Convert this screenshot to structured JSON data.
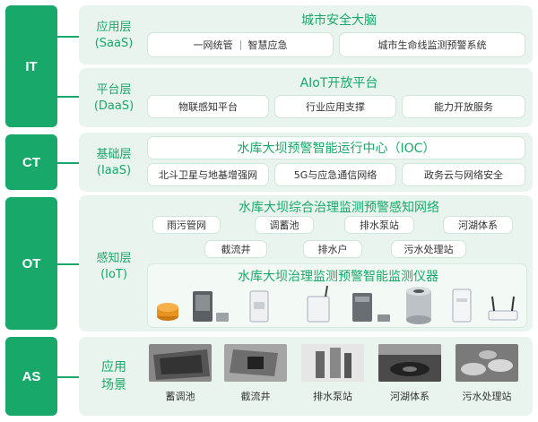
{
  "tabs": [
    "IT",
    "CT",
    "OT",
    "AS"
  ],
  "layers": {
    "saas": {
      "label": "应用层\n(SaaS)",
      "title": "城市安全大脑",
      "items": [
        "一网统管",
        "智慧应急",
        "城市生命线监测预警系统"
      ]
    },
    "daas": {
      "label": "平台层\n(DaaS)",
      "title": "AIoT开放平台",
      "items": [
        "物联感知平台",
        "行业应用支撑",
        "能力开放服务"
      ]
    },
    "iaas": {
      "label": "基础层\n(IaaS)",
      "title": "水库大坝预警智能运行中心（IOC）",
      "items": [
        "北斗卫星与地基增强网",
        "5G与应急通信网络",
        "政务云与网络安全"
      ]
    },
    "iot": {
      "label": "感知层\n(IoT)",
      "network_title": "水库大坝综合治理监测预警感知网络",
      "network_row1": [
        "雨污管网",
        "调蓄池",
        "排水泵站",
        "河湖体系"
      ],
      "network_row2": [
        "截流井",
        "排水户",
        "污水处理站"
      ],
      "instrument_title": "水库大坝治理监测预警智能监测仪器",
      "devices": [
        "orange-disc-sensor",
        "gray-box-sensor",
        "small-gray-module",
        "white-mounted-box",
        "white-box-antenna",
        "dark-gray-box",
        "cylinder-sensor",
        "white-tall-box",
        "router-antennas"
      ]
    },
    "scenes": {
      "label": "应用\n场景",
      "items": [
        "蓄调池",
        "截流井",
        "排水泵站",
        "河湖体系",
        "污水处理站"
      ]
    }
  },
  "colors": {
    "accent": "#18a86a",
    "panel": "#e9f4ee"
  }
}
